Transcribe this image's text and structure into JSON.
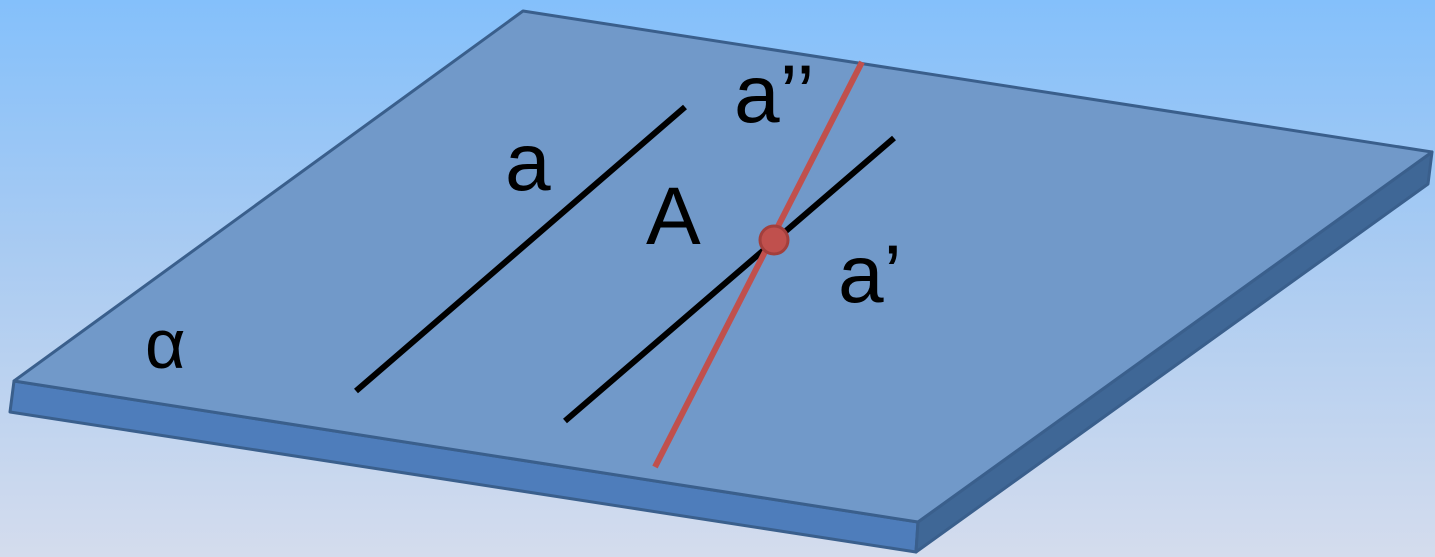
{
  "labels": {
    "plane": "α",
    "line_a": "a",
    "point_A": "A",
    "line_a_prime": "a’",
    "line_a_double_prime": "a’’"
  },
  "colors": {
    "plane_top": "#7199c9",
    "plane_front": "#4e7dbb",
    "plane_side": "#3f6796",
    "plane_edge": "#3a5f8c",
    "lines": "#000000",
    "red_line": "#c0504d",
    "point": "#c0504d"
  }
}
